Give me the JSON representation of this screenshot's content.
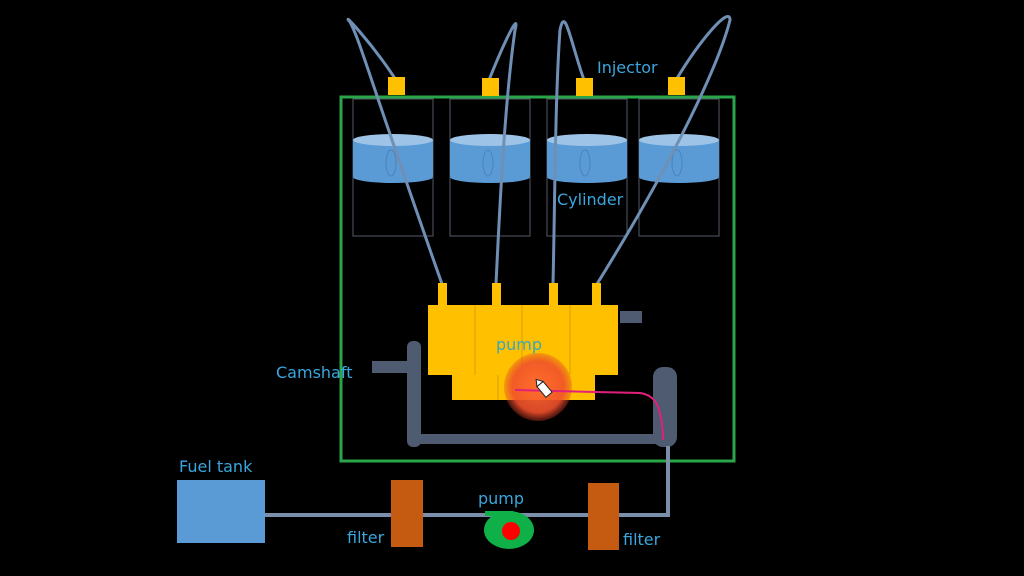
{
  "diagram": {
    "title": "Diesel fuel injection system",
    "labels": {
      "injector": "Injector",
      "cylinder": "Cylinder",
      "pump_injection": "pump",
      "camshaft": "Camshaft",
      "fuel_tank": "Fuel tank",
      "filter_left": "filter",
      "pump_feed": "pump",
      "filter_right": "filter"
    },
    "colors": {
      "background": "#000000",
      "label": "#3aa6dd",
      "engine_block_border": "#2aa64a",
      "injector": "#ffc000",
      "fuel_line": "#6f8fb5",
      "piston": "#5b9bd5",
      "piston_top": "#9dc3e6",
      "injection_pump": "#ffc000",
      "camshaft": "#4f5b70",
      "fuel_tank": "#5b9bd5",
      "filter": "#c55a11",
      "feed_pump_body": "#10b048",
      "feed_pump_center": "#ff0000",
      "highlight": "#ff5a2a",
      "annotation_stroke": "#e0207a"
    },
    "cylinders": 4,
    "icons": [
      "injector-icon",
      "piston-icon",
      "pump-icon",
      "filter-icon",
      "fuel-tank-icon",
      "cursor-icon"
    ]
  }
}
